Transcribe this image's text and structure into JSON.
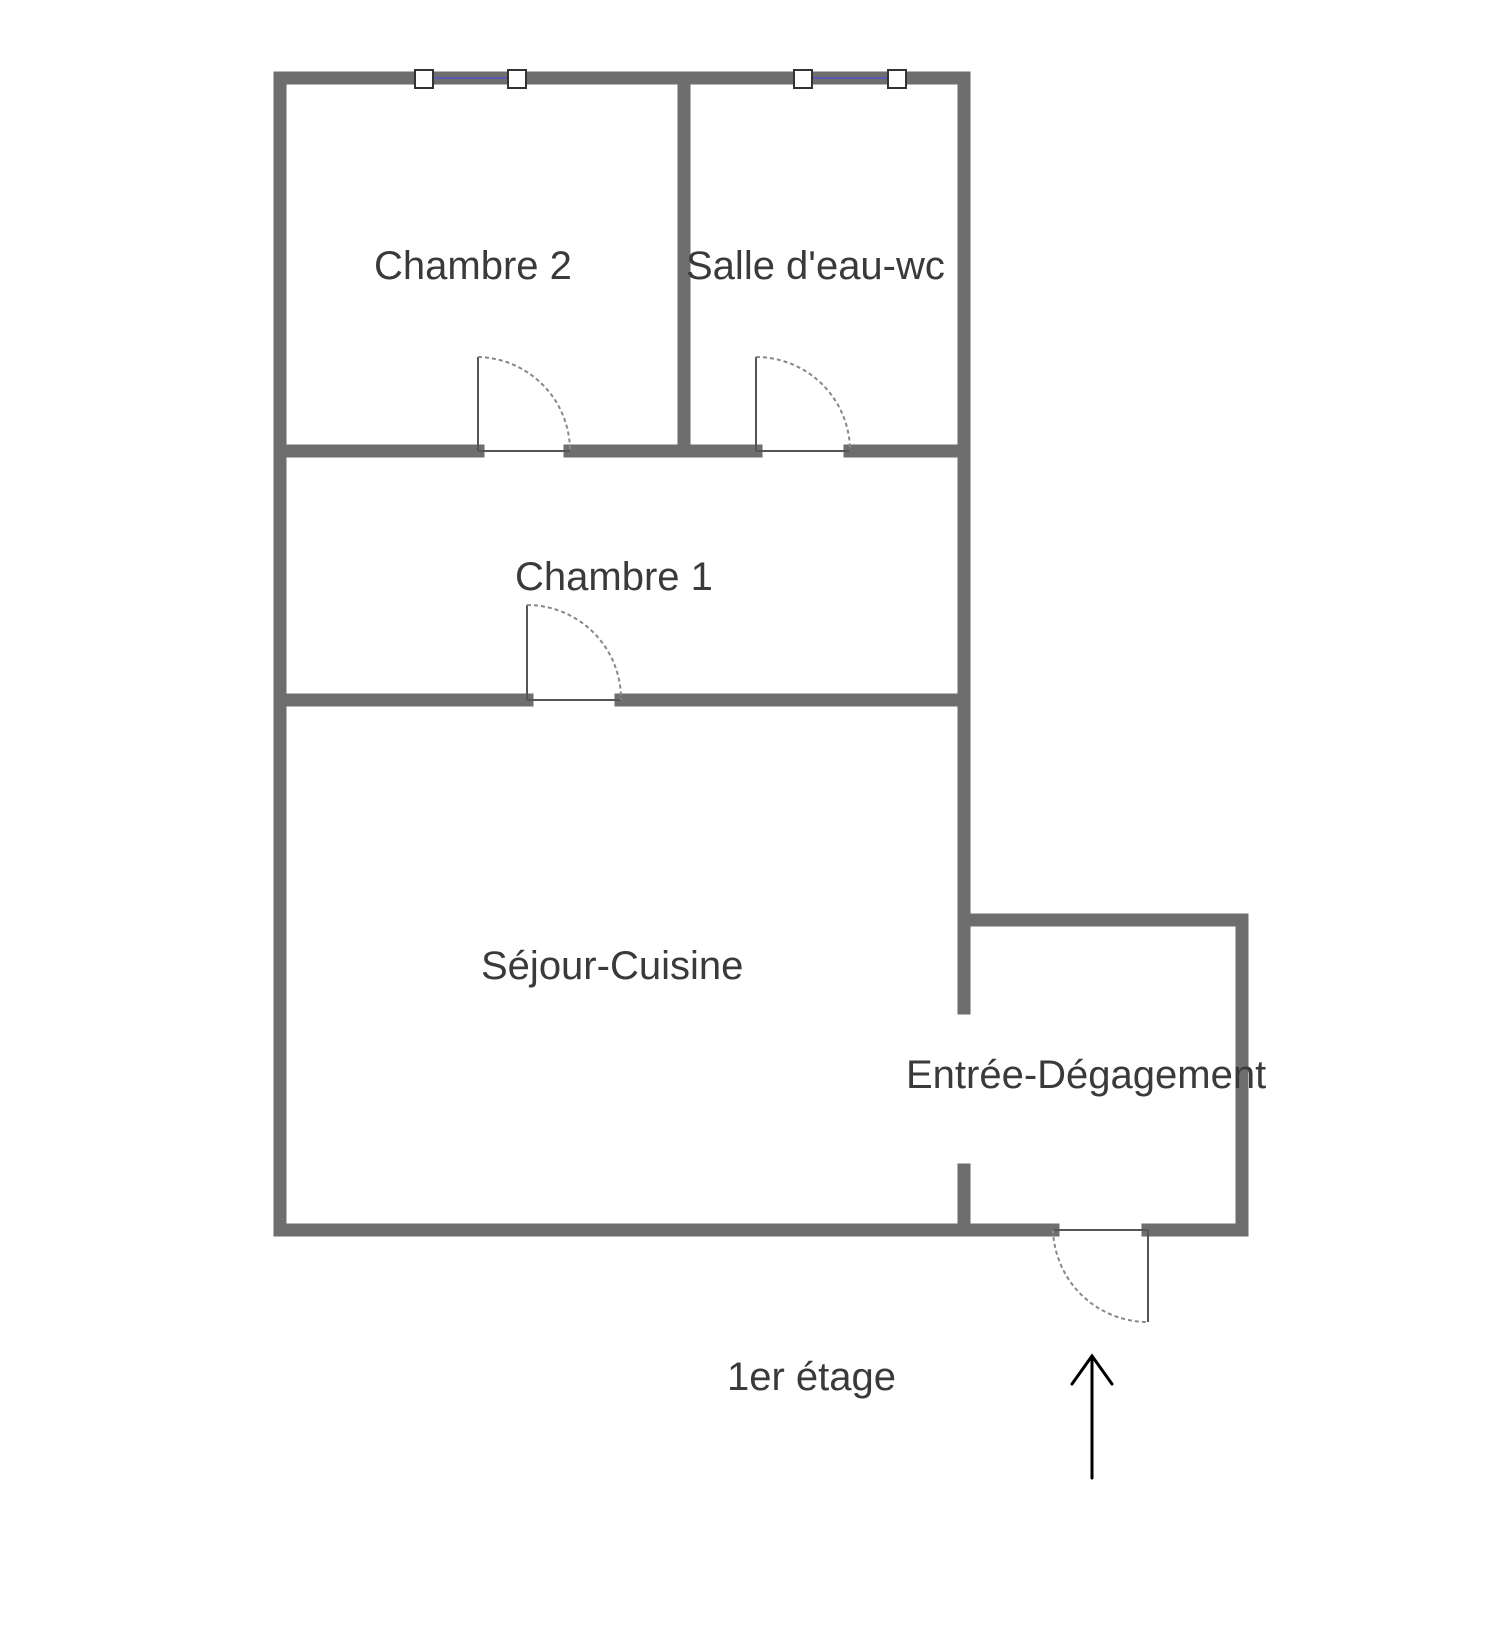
{
  "rooms": {
    "chambre_2": "Chambre 2",
    "salle_eau": "Salle d'eau-wc",
    "chambre_1": "Chambre 1",
    "sejour": "Séjour-Cuisine",
    "entree": "Entrée-Dégagement"
  },
  "floor_label": "1er étage",
  "colors": {
    "wall": "#6e6e6e",
    "window": "#5a5ab4",
    "door": "#888888",
    "text": "#3a3a3a",
    "arrow": "#000000"
  },
  "icons": {
    "entrance_arrow": "arrow-up-icon"
  }
}
